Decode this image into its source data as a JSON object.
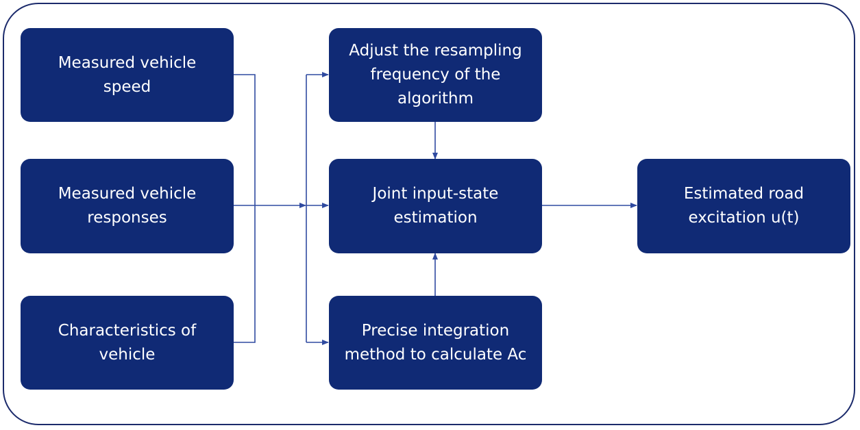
{
  "nodes": {
    "speed": "Measured vehicle speed",
    "responses": "Measured vehicle responses",
    "characteristics": "Characteristics of vehicle",
    "resampling": "Adjust the resampling frequency of the algorithm",
    "joint": "Joint input-state estimation",
    "precise": "Precise integration method to calculate Ac",
    "estimated": "Estimated road excitation u(t)"
  },
  "colors": {
    "node_fill": "#102a75",
    "frame_border": "#1b2a6b",
    "connector": "#2f4aa0"
  }
}
